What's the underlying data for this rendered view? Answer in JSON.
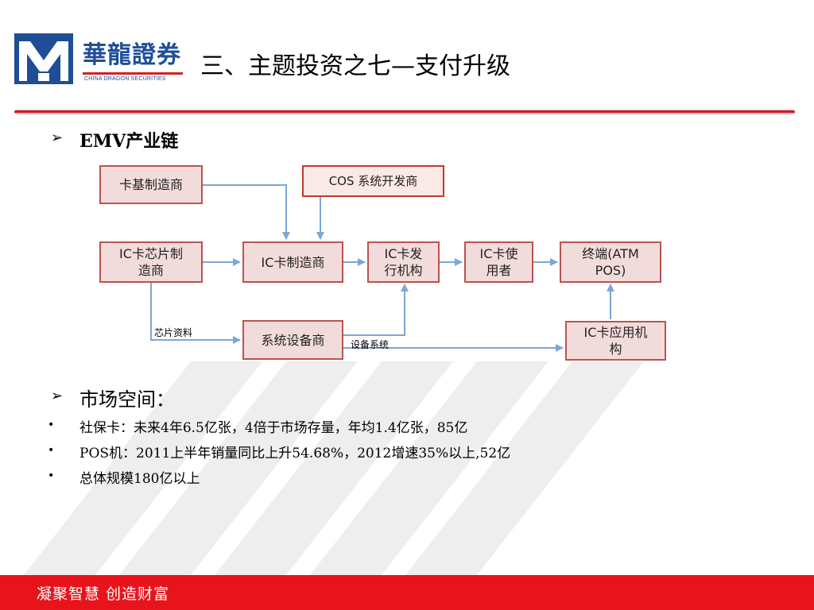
{
  "header": {
    "brand_name": "華龍證券",
    "brand_english": "CHINA DRAGON SECURITIES",
    "title": "三、主题投资之七—支付升级"
  },
  "section1": {
    "heading_latin": "EMV",
    "heading_zh": "产业链"
  },
  "diagram": {
    "boxes": {
      "card_base": "卡基制造商",
      "cos_dev": "COS 系统开发商",
      "chip_maker_1": "IC卡芯片制",
      "chip_maker_2": "造商",
      "ic_card_maker": "IC卡制造商",
      "issuer_1": "IC卡发",
      "issuer_2": "行机构",
      "user_1": "IC卡使",
      "user_2": "用者",
      "terminal_1": "终端(ATM",
      "terminal_2": "POS)",
      "system_equipment": "系统设备商",
      "ic_app_1": "IC卡应用机",
      "ic_app_2": "构"
    },
    "edge_labels": {
      "chip_data": "芯片资料",
      "equipment_system": "设备系统"
    },
    "colors": {
      "box_fill": "#f2dcdb",
      "box_border": "#b85450",
      "arrow": "#7ea6d8"
    }
  },
  "section2": {
    "heading": "市场空间："
  },
  "bullets": [
    "社保卡：未来4年6.5亿张，4倍于市场存量，年均1.4亿张，85亿",
    "POS机：2011上半年销量同比上升54.68%，2012增速35%以上,52亿",
    "总体规模180亿以上"
  ],
  "footer": {
    "slogan": "凝聚智慧   创造财富"
  },
  "colors": {
    "accent_red": "#e8141c",
    "brand_blue": "#1f4e96"
  }
}
